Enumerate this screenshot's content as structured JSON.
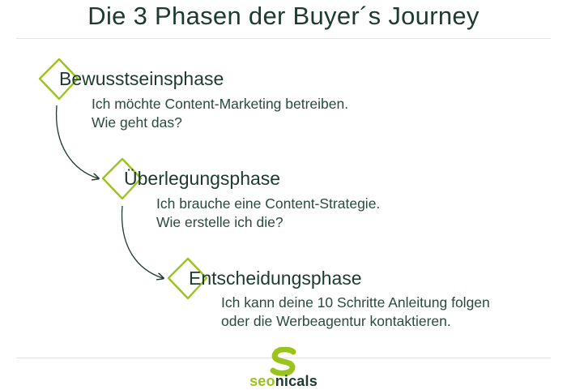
{
  "title": "Die 3 Phasen der Buyer´s Journey",
  "phases": [
    {
      "title": "Bewusstseinsphase",
      "line1": "Ich möchte Content-Marketing betreiben.",
      "line2": "Wie geht das?"
    },
    {
      "title": "Überlegungsphase",
      "line1": "Ich brauche eine Content-Strategie.",
      "line2": "Wie erstelle ich die?"
    },
    {
      "title": "Entscheidungsphase",
      "line1": "Ich kann deine 10 Schritte Anleitung folgen",
      "line2": "oder die Werbeagentur kontaktieren."
    }
  ],
  "logo": {
    "prefix": "seo",
    "suffix": "nicals"
  },
  "colors": {
    "accent": "#9bc31d",
    "text": "#1d3a31",
    "rule": "#e1e4e3"
  },
  "icons": {
    "phase_marker": "diamond-outline-icon",
    "connector": "curved-arrow-icon",
    "logo_mark": "seonicals-s-logo-icon"
  }
}
